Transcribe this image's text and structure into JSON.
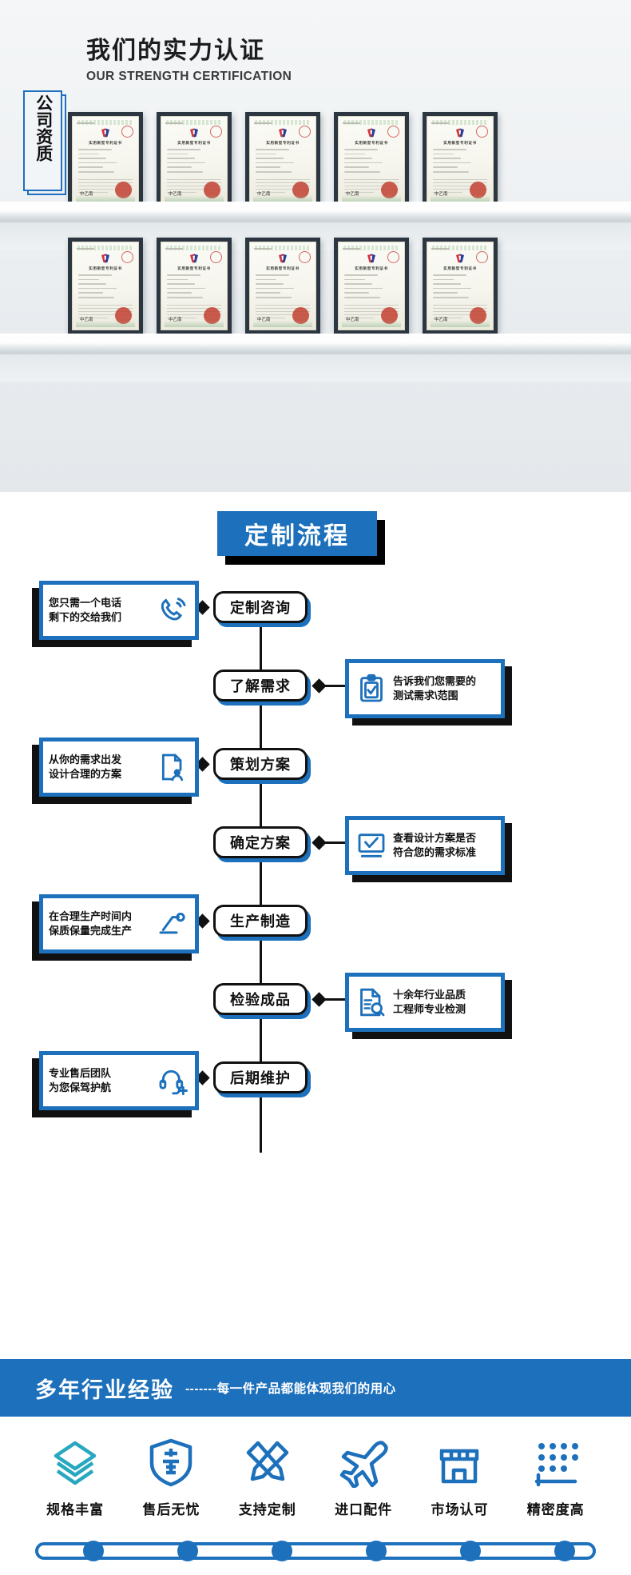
{
  "certification": {
    "title_cn": "我们的实力认证",
    "title_en": "OUR STRENGTH CERTIFICATION",
    "vertical_label": "公司资质",
    "certificate_title": "实用新型专利证书",
    "certificate_sign": "中乙南",
    "certificates_row1": [
      {
        "name": "certificate-1"
      },
      {
        "name": "certificate-2"
      },
      {
        "name": "certificate-3"
      },
      {
        "name": "certificate-4"
      },
      {
        "name": "certificate-5"
      }
    ],
    "certificates_row2": [
      {
        "name": "certificate-6"
      },
      {
        "name": "certificate-7"
      },
      {
        "name": "certificate-8"
      },
      {
        "name": "certificate-9"
      },
      {
        "name": "certificate-10"
      }
    ]
  },
  "process": {
    "title": "定制流程",
    "steps": [
      {
        "label": "定制咨询",
        "side": "left",
        "card": "您只需一个电话\n剩下的交给我们",
        "icon": "phone-call-icon"
      },
      {
        "label": "了解需求",
        "side": "right",
        "card": "告诉我们您需要的\n测试需求\\范围",
        "icon": "clipboard-check-icon"
      },
      {
        "label": "策划方案",
        "side": "left",
        "card": "从你的需求出发\n设计合理的方案",
        "icon": "document-user-icon"
      },
      {
        "label": "确定方案",
        "side": "right",
        "card": "查看设计方案是否\n符合您的需求标准",
        "icon": "monitor-check-icon"
      },
      {
        "label": "生产制造",
        "side": "left",
        "card": "在合理生产时间内\n保质保量完成生产",
        "icon": "machine-arm-icon"
      },
      {
        "label": "检验成品",
        "side": "right",
        "card": "十余年行业品质\n工程师专业检测",
        "icon": "document-search-icon"
      },
      {
        "label": "后期维护",
        "side": "left",
        "card": "专业售后团队\n为您保驾护航",
        "icon": "headset-support-icon"
      }
    ]
  },
  "footer": {
    "band_main": "多年行业经验",
    "band_sub": "-------每一件产品都能体现我们的用心",
    "features": [
      {
        "label": "规格丰富",
        "icon": "layers-icon"
      },
      {
        "label": "售后无忧",
        "icon": "shield-sale-icon"
      },
      {
        "label": "支持定制",
        "icon": "pencil-ruler-icon"
      },
      {
        "label": "进口配件",
        "icon": "airplane-icon"
      },
      {
        "label": "市场认可",
        "icon": "storefront-icon"
      },
      {
        "label": "精密度高",
        "icon": "precision-dots-icon"
      }
    ],
    "track_dots": 6
  },
  "colors": {
    "brand_blue": "#1d70bb",
    "ink": "#111111",
    "teal": "#27a8c0"
  }
}
